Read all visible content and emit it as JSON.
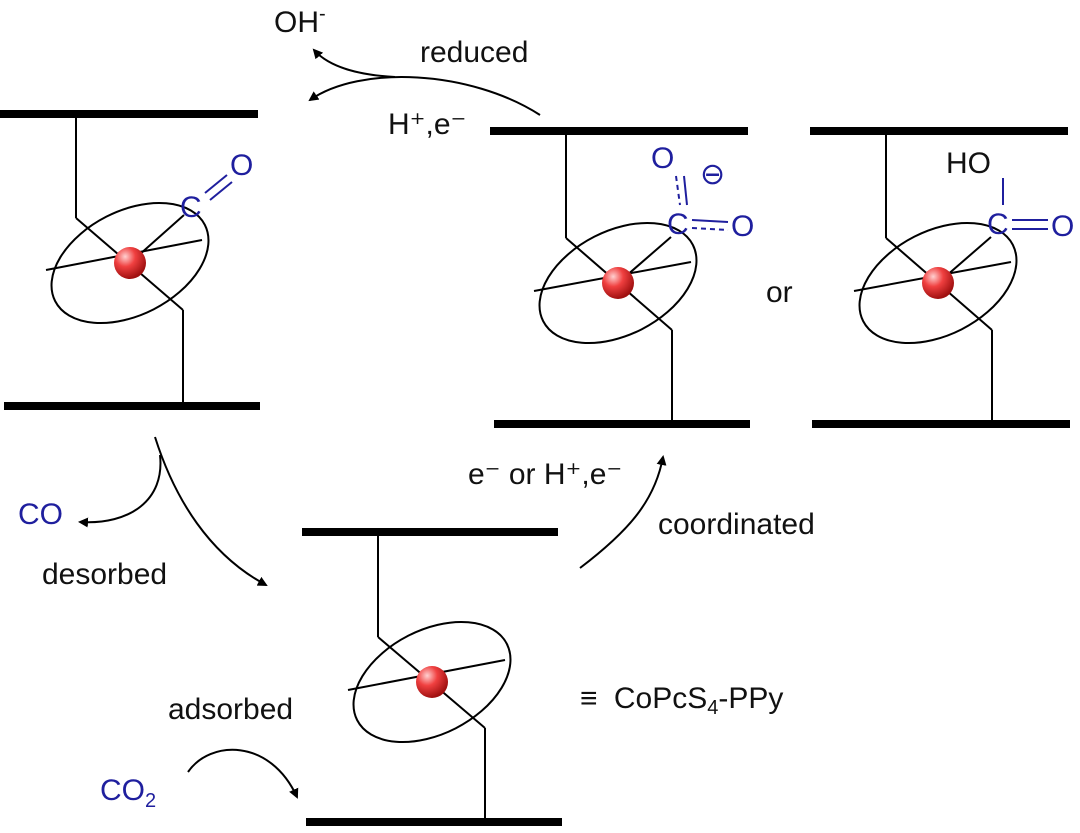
{
  "labels": {
    "oh": "OH",
    "minus": "-",
    "reduced": "reduced",
    "h_plus_e": "H⁺,e⁻",
    "c_top": "C",
    "o_top": "O",
    "o_carb": "O",
    "c_carb": "C",
    "o_carb2": "O",
    "ho": "HO",
    "c_cooh": "C",
    "o_cooh": "O",
    "or": "or",
    "co": "CO",
    "desorbed": "desorbed",
    "e_or_h_e": "e⁻ or H⁺,e⁻",
    "coordinated": "coordinated",
    "adsorbed": "adsorbed",
    "co2_base": "CO",
    "co2_sub": "2",
    "equiv": "≡",
    "catalyst_a": "CoPcS",
    "catalyst_sub": "4",
    "catalyst_b": "-PPy",
    "negative_charge": "⊖"
  },
  "colors": {
    "blue": "#1f1f9e",
    "metal_center": "#e03030"
  }
}
